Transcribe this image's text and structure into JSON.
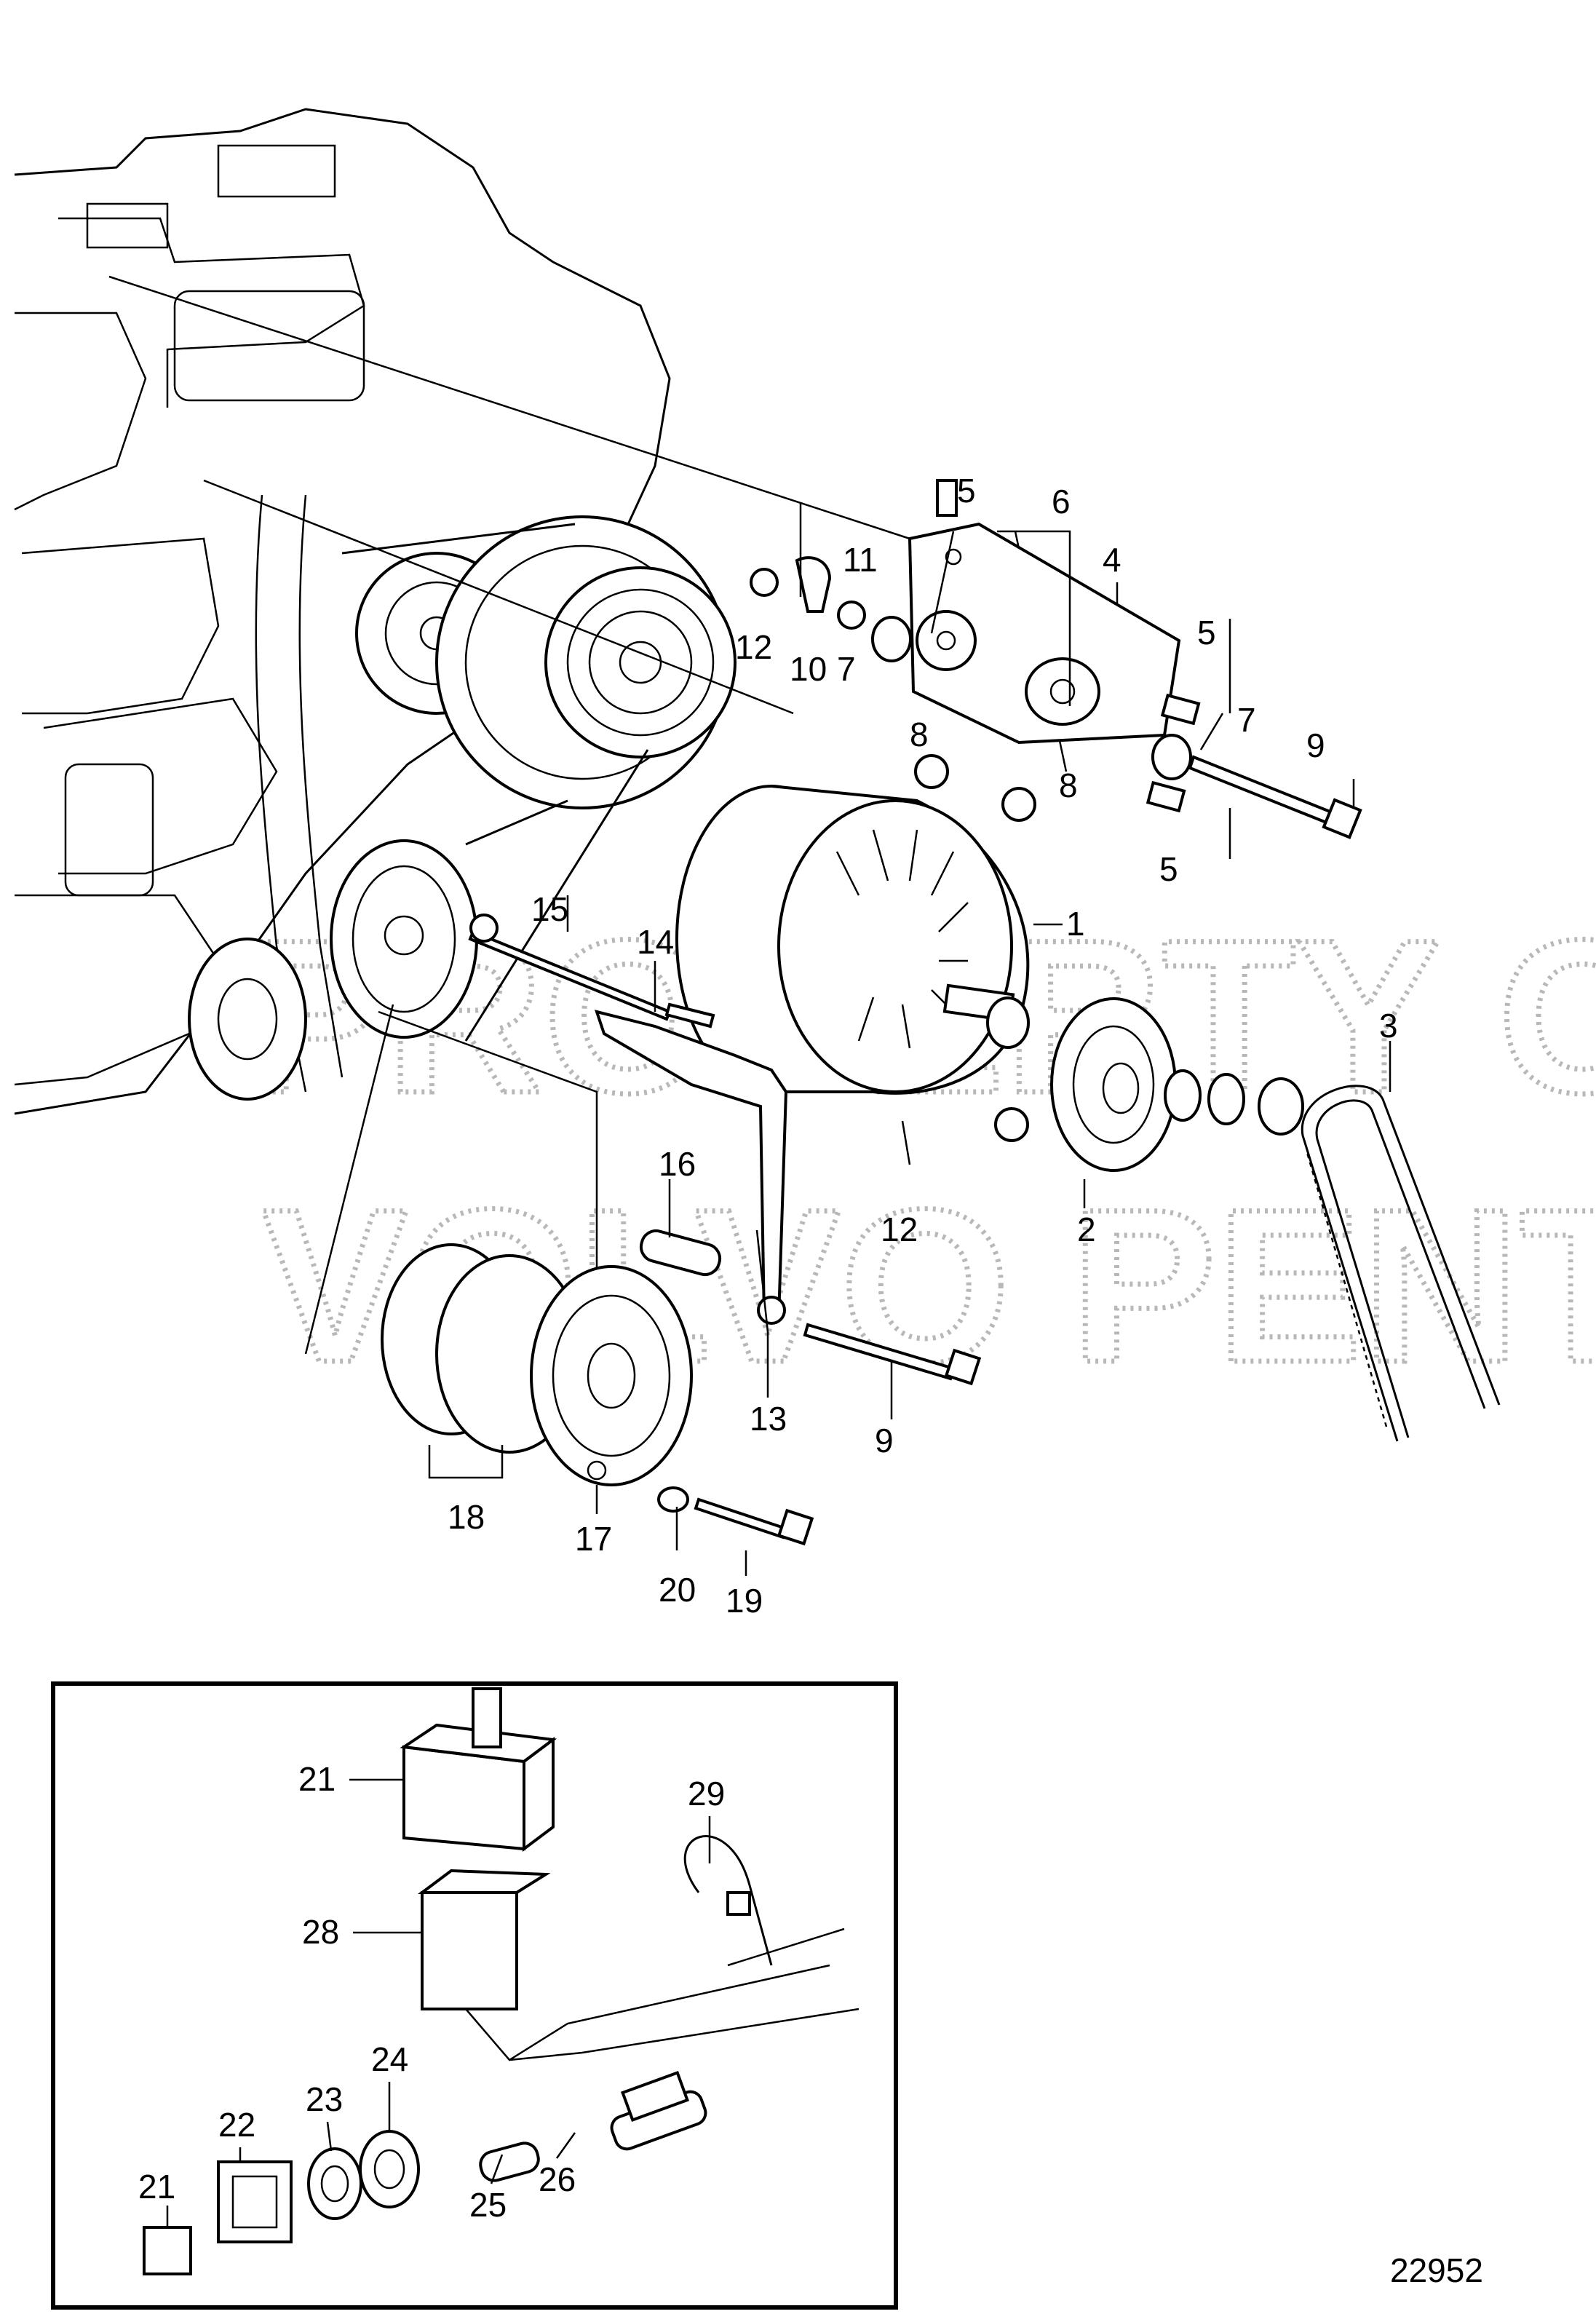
{
  "watermark": {
    "line1": "PROPERTY OF",
    "line2": "VOLVO PENTA"
  },
  "figure_number": "22952",
  "callouts": [
    {
      "key": "c1",
      "text": "1"
    },
    {
      "key": "c2",
      "text": "2"
    },
    {
      "key": "c3",
      "text": "3"
    },
    {
      "key": "c4",
      "text": "4"
    },
    {
      "key": "c5a",
      "text": "5"
    },
    {
      "key": "c5b",
      "text": "5"
    },
    {
      "key": "c5c",
      "text": "5"
    },
    {
      "key": "c6",
      "text": "6"
    },
    {
      "key": "c7a",
      "text": "7"
    },
    {
      "key": "c7b",
      "text": "7"
    },
    {
      "key": "c8a",
      "text": "8"
    },
    {
      "key": "c8b",
      "text": "8"
    },
    {
      "key": "c9a",
      "text": "9"
    },
    {
      "key": "c9b",
      "text": "9"
    },
    {
      "key": "c10",
      "text": "10"
    },
    {
      "key": "c11",
      "text": "11"
    },
    {
      "key": "c12a",
      "text": "12"
    },
    {
      "key": "c12b",
      "text": "12"
    },
    {
      "key": "c13",
      "text": "13"
    },
    {
      "key": "c14",
      "text": "14"
    },
    {
      "key": "c15",
      "text": "15"
    },
    {
      "key": "c16",
      "text": "16"
    },
    {
      "key": "c17",
      "text": "17"
    },
    {
      "key": "c18",
      "text": "18"
    },
    {
      "key": "c19",
      "text": "19"
    },
    {
      "key": "c20",
      "text": "20"
    },
    {
      "key": "c21a",
      "text": "21"
    },
    {
      "key": "c21b",
      "text": "21"
    },
    {
      "key": "c22",
      "text": "22"
    },
    {
      "key": "c23",
      "text": "23"
    },
    {
      "key": "c24",
      "text": "24"
    },
    {
      "key": "c25",
      "text": "25"
    },
    {
      "key": "c26",
      "text": "26"
    },
    {
      "key": "c28",
      "text": "28"
    },
    {
      "key": "c29",
      "text": "29"
    }
  ]
}
